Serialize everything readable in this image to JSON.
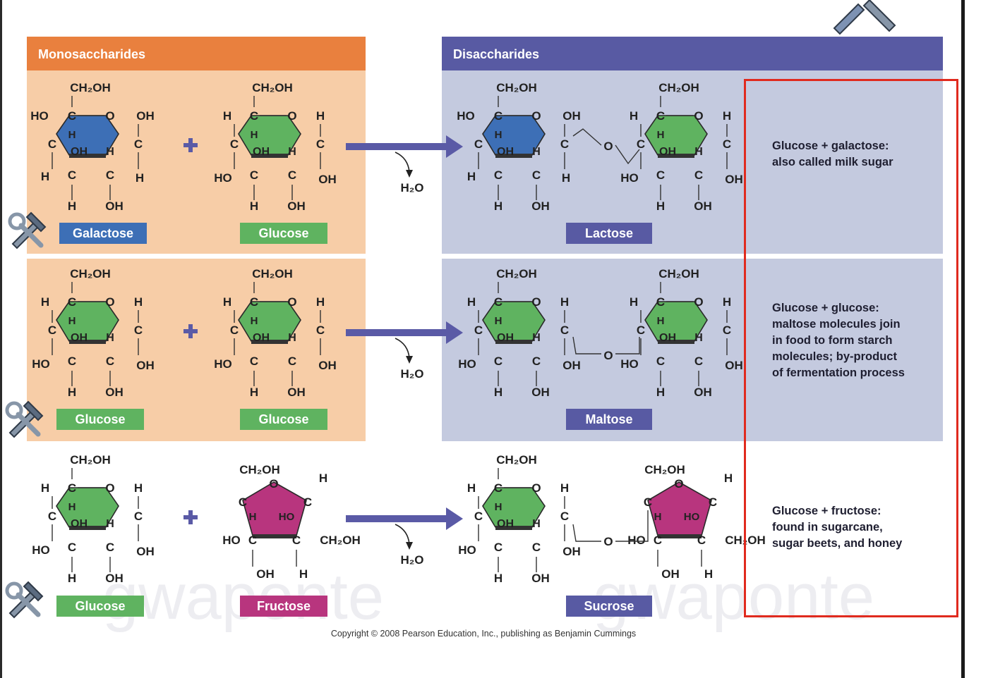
{
  "headers": {
    "mono": "Monosaccharides",
    "di": "Disaccharides"
  },
  "labels": {
    "galactose": "Galactose",
    "glucose": "Glucose",
    "fructose": "Fructose",
    "lactose": "Lactose",
    "maltose": "Maltose",
    "sucrose": "Sucrose"
  },
  "atoms": {
    "ch2oh": "CH₂OH",
    "c": "C",
    "o": "O",
    "h": "H",
    "oh": "OH",
    "ho": "HO",
    "h2o": "H₂O"
  },
  "descriptions": [
    {
      "lines": [
        "Glucose + galactose:",
        "also called milk sugar"
      ]
    },
    {
      "lines": [
        "Glucose + glucose:",
        "maltose molecules join",
        "in food to form starch",
        "molecules; by-product",
        "of fermentation process"
      ]
    },
    {
      "lines": [
        "Glucose + fructose:",
        "found in sugarcane,",
        "sugar beets, and honey"
      ]
    }
  ],
  "copyright": "Copyright © 2008 Pearson Education, Inc., publishing as Benjamin Cummings",
  "watermark": "gwaponte",
  "colors": {
    "mono_header": "#e9803e",
    "mono_bg": "#f7cda7",
    "di_header": "#585aa3",
    "di_bg": "#c4cadf",
    "galactose": "#3d6fb6",
    "glucose": "#5fb360",
    "fructose": "#b8357e",
    "arrow": "#5a5aa6",
    "highlight": "#e02a1e"
  }
}
